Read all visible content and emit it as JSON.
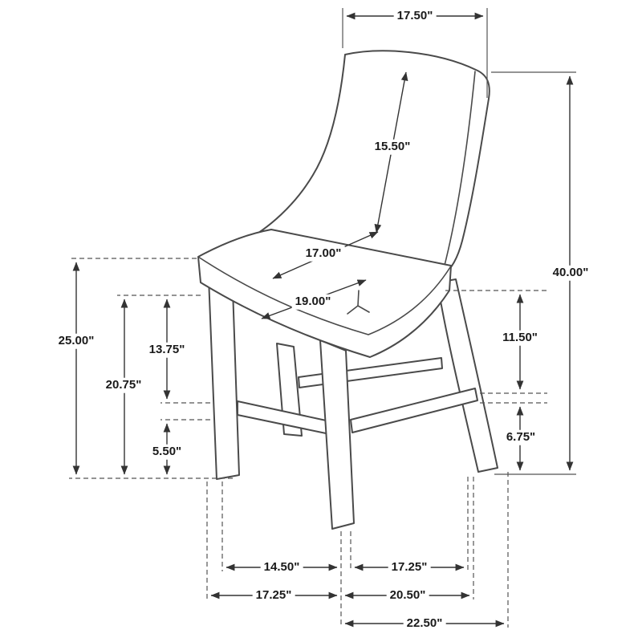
{
  "diagram": {
    "kind": "furniture-dimension-drawing",
    "subject": "counter-height chair",
    "unit": "inches",
    "colors": {
      "background": "#ffffff",
      "line": "#4a4a4a",
      "dimension_line": "#333333",
      "text": "#1a1a1a"
    }
  },
  "dims": {
    "back_width": "17.50\"",
    "back_height": "15.50\"",
    "seat_depth": "17.00\"",
    "seat_width": "19.00\"",
    "overall_height": "40.00\"",
    "seat_to_stretcher": "11.50\"",
    "stretcher_to_floor": "6.75\"",
    "seat_height": "25.00\"",
    "apron_height": "20.75\"",
    "apron_to_stretcher": "13.75\"",
    "stretcher_height": "5.50\"",
    "front_inner_width": "14.50\"",
    "side_inner_depth": "17.25\"",
    "front_outer_width": "17.25\"",
    "side_outer_depth": "20.50\"",
    "base_depth": "22.50\""
  }
}
